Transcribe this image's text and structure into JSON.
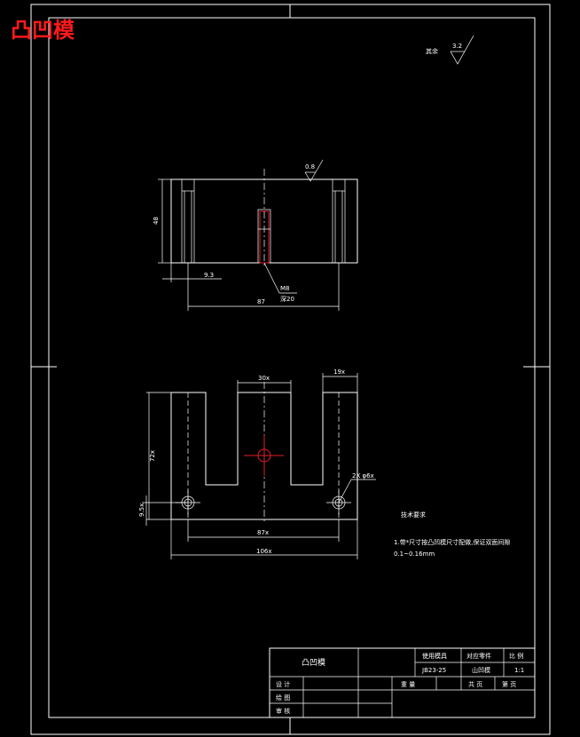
{
  "header": {
    "title": "凸凹模",
    "roughness_label": "其余",
    "roughness_value": "3.2"
  },
  "section_view": {
    "roughness_value": "0.8",
    "height_dim": "48",
    "offset_dim": "9.3",
    "span_dim": "87",
    "thread_label": "M8",
    "depth_label": "深20"
  },
  "plan_view": {
    "slot_dim": "30x",
    "edge_dim": "19x",
    "height_dim": "72x",
    "hole_offset_dim": "9.5x",
    "hole_span_dim": "87x",
    "width_dim": "106x",
    "hole_label": "2X φ6x"
  },
  "notes": {
    "heading": "技术要求",
    "line1": "1.带*尺寸按凸凹模尺寸配做,保证双面间隙",
    "line2": "0.1~0.16mm"
  },
  "title_block": {
    "part_name": "凸凹模",
    "col1_head": "使用模具",
    "col2_head": "对应零件",
    "col3_head": "比 例",
    "col1_val": "JB23-25",
    "col2_val": "山凹模",
    "col3_val": "1:1",
    "design": "设 计",
    "drawing": "绘 图",
    "review": "审 核",
    "weight": "重 量",
    "sheets": "共 页",
    "sheet_no": "第 页"
  }
}
